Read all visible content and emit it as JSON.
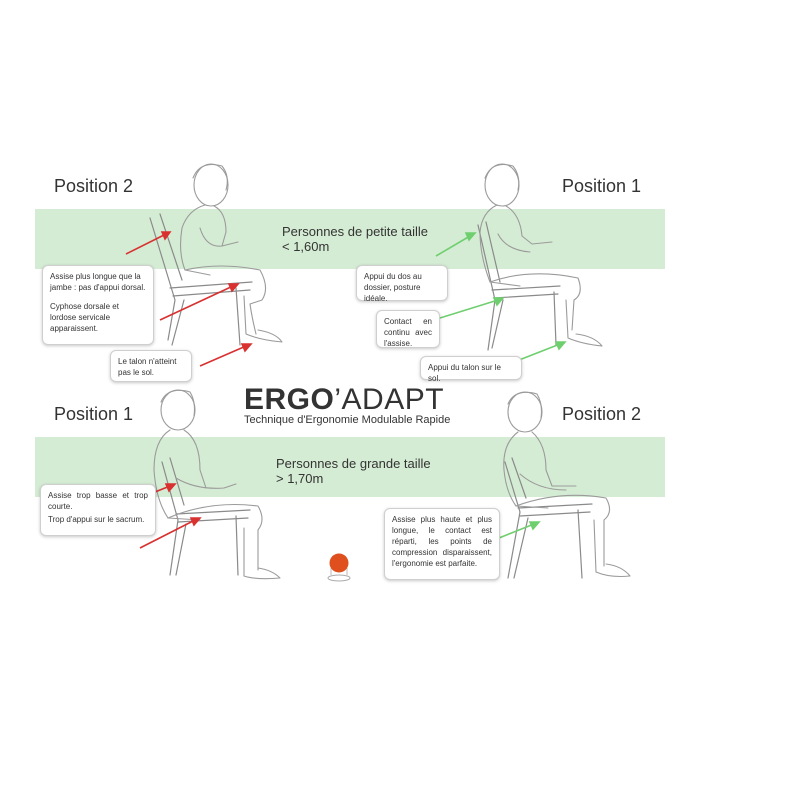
{
  "logo": {
    "brand_bold": "ERGO",
    "brand_apostrophe": "’",
    "brand_rest": "ADAPT",
    "tagline": "Technique d'Ergonomie Modulable Rapide"
  },
  "top_section": {
    "title_line1": "Personnes de petite taille",
    "title_line2": "< 1,60m",
    "left_label": "Position 2",
    "right_label": "Position 1",
    "callouts": {
      "seat_long_1": "Assise plus longue que la jambe : pas d'appui dorsal.",
      "seat_long_2": "Cyphose dorsale et lordose servicale apparaissent.",
      "heel": "Le talon n'atteint pas le sol.",
      "back": "Appui du dos au dossier, posture idéale.",
      "contact": "Contact en continu avec l'assise.",
      "heel_floor": "Appui du talon sur le sol."
    }
  },
  "bottom_section": {
    "title_line1": "Personnes de grande taille",
    "title_line2": "> 1,70m",
    "left_label": "Position 1",
    "right_label": "Position 2",
    "callouts": {
      "low_seat_1": "Assise trop basse et trop courte.",
      "low_seat_2": "Trop d'appui sur le sacrum.",
      "high_seat": "Assise plus haute et plus longue, le contact est réparti, les points de compression disparaissent, l'ergonomie est parfaite."
    }
  },
  "colors": {
    "band": "#d5ecd4",
    "red_arrow": "#d93030",
    "green_arrow": "#6fcf6f",
    "ball": "#e0501e"
  }
}
